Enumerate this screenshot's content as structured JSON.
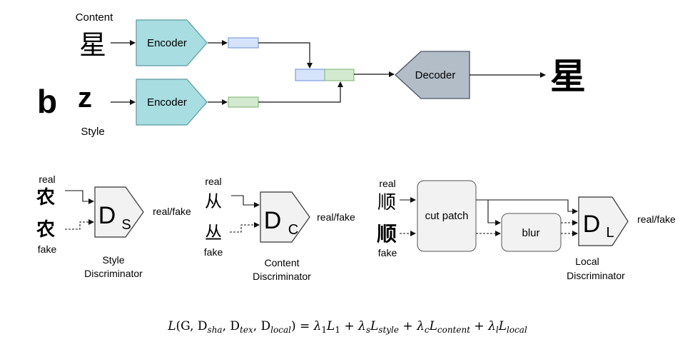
{
  "top": {
    "content_label": "Content",
    "content_char": "星",
    "style_chars": [
      "b",
      "z"
    ],
    "style_label": "Style",
    "encoder_label": "Encoder",
    "decoder_label": "Decoder",
    "output_char": "星",
    "colors": {
      "encoder_fill": "#a8dde1",
      "encoder_stroke": "#5a9aa0",
      "content_code_fill": "#d6e4fb",
      "content_code_stroke": "#6b8fd6",
      "style_code_fill": "#d3ead0",
      "style_code_stroke": "#7ab06c",
      "decoder_fill": "#b3bdc8",
      "decoder_stroke": "#4a5563"
    }
  },
  "style_disc": {
    "real_label": "real",
    "fake_label": "fake",
    "real_char": "农",
    "fake_char": "农",
    "d_letter": "D",
    "d_sub": "S",
    "output_label": "real/fake",
    "caption_line1": "Style",
    "caption_line2": "Discriminator"
  },
  "content_disc": {
    "real_label": "real",
    "fake_label": "fake",
    "real_char": "从",
    "fake_char": "丛",
    "d_letter": "D",
    "d_sub": "C",
    "output_label": "real/fake",
    "caption_line1": "Content",
    "caption_line2": "Discriminator"
  },
  "local_disc": {
    "real_label": "real",
    "fake_label": "fake",
    "real_char": "顺",
    "fake_char": "顺",
    "cut_patch_label": "cut patch",
    "blur_label": "blur",
    "d_letter": "D",
    "d_sub": "L",
    "output_label": "real/fake",
    "caption_line1": "Local",
    "caption_line2": "Discriminator"
  },
  "formula": {
    "lhs_head": "L",
    "lhs_args": "(G, D",
    "lhs_sub1": "sha",
    "lhs_mid1": ", D",
    "lhs_sub2": "tex",
    "lhs_mid2": ", D",
    "lhs_sub3": "local",
    "lhs_close": ") = ",
    "t1_lambda": "λ",
    "t1_lsub": "1",
    "t1_L": "L",
    "t1_sub": "1",
    "plus1": " + ",
    "t2_lambda": "λ",
    "t2_lsub": "s",
    "t2_L": "L",
    "t2_sub": "style",
    "plus2": " + ",
    "t3_lambda": "λ",
    "t3_lsub": "c",
    "t3_L": "L",
    "t3_sub": "content",
    "plus3": " + ",
    "t4_lambda": "λ",
    "t4_lsub": "l",
    "t4_L": "L",
    "t4_sub": "local"
  }
}
